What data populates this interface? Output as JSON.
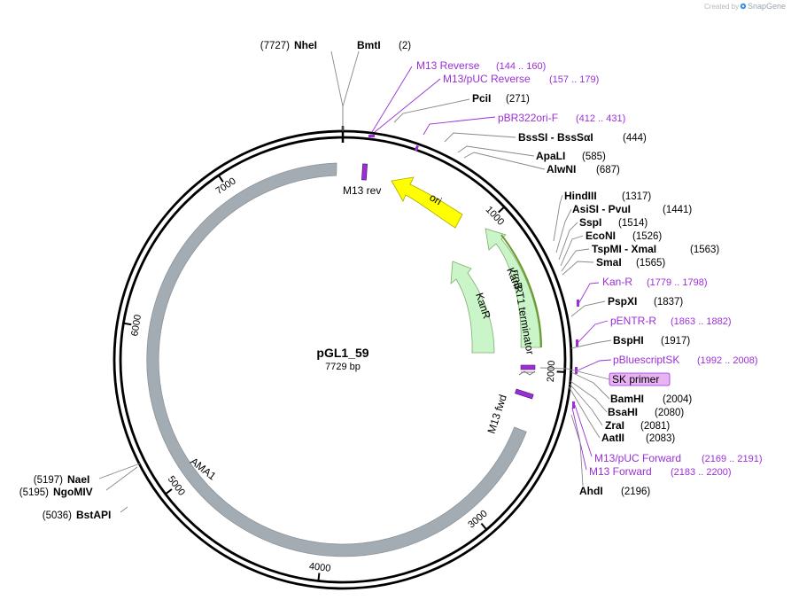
{
  "app": {
    "created_by": "Created by",
    "brand": "SnapGene"
  },
  "plasmid": {
    "name": "pGL1_59",
    "size_label": "7729 bp"
  },
  "ticks": [
    "1000",
    "2000",
    "3000",
    "4000",
    "5000",
    "6000",
    "7000"
  ],
  "features": {
    "ori": "ori",
    "kanr_outer": "KanR",
    "kanr_inner": "KanR",
    "rrnb": "rrnB T1 terminator",
    "m13_rev": "M13 rev",
    "m13_fwd": "M13 fwd",
    "ama1": "AMA1"
  },
  "sites_left": [
    {
      "name": "NheI",
      "coord": "(7727)"
    },
    {
      "name": "NaeI",
      "coord": "(5197)"
    },
    {
      "name": "NgoMIV",
      "coord": "(5195)"
    },
    {
      "name": "BstAPI",
      "coord": "(5036)"
    }
  ],
  "sites_right": [
    {
      "name": "BmtI",
      "coord": "(2)"
    },
    {
      "name": "PciI",
      "coord": "(271)"
    },
    {
      "name": "BssSI - BssSαI",
      "coord": "(444)"
    },
    {
      "name": "ApaLI",
      "coord": "(585)"
    },
    {
      "name": "AlwNI",
      "coord": "(687)"
    },
    {
      "name": "HindIII",
      "coord": "(1317)"
    },
    {
      "name": "AsiSI - PvuI",
      "coord": "(1441)"
    },
    {
      "name": "SspI",
      "coord": "(1514)"
    },
    {
      "name": "EcoNI",
      "coord": "(1526)"
    },
    {
      "name": "TspMI - XmaI",
      "coord": "(1563)"
    },
    {
      "name": "SmaI",
      "coord": "(1565)"
    },
    {
      "name": "PspXI",
      "coord": "(1837)"
    },
    {
      "name": "BspHI",
      "coord": "(1917)"
    },
    {
      "name": "BamHI",
      "coord": "(2004)"
    },
    {
      "name": "BsaHI",
      "coord": "(2080)"
    },
    {
      "name": "ZraI",
      "coord": "(2081)"
    },
    {
      "name": "AatII",
      "coord": "(2083)"
    },
    {
      "name": "AhdI",
      "coord": "(2196)"
    }
  ],
  "primers": [
    {
      "name": "M13 Reverse",
      "coord": "(144 .. 160)"
    },
    {
      "name": "M13/pUC Reverse",
      "coord": "(157 .. 179)"
    },
    {
      "name": "pBR322ori-F",
      "coord": "(412 .. 431)"
    },
    {
      "name": "Kan-R",
      "coord": "(1779 .. 1798)"
    },
    {
      "name": "pENTR-R",
      "coord": "(1863 .. 1882)"
    },
    {
      "name": "pBluescriptSK",
      "coord": "(1992 .. 2008)"
    },
    {
      "name": "M13/pUC Forward",
      "coord": "(2169 .. 2191)"
    },
    {
      "name": "M13 Forward",
      "coord": "(2183 .. 2200)"
    }
  ],
  "highlight": {
    "label": "SK primer"
  },
  "colors": {
    "backbone": "#000000",
    "ama1": "#a4acb3",
    "ori": "#ffff00",
    "kanr": "#c9f5c8",
    "primer": "#9b2fd6",
    "highlight_fill": "#e7b3f3",
    "kanr_green_line": "#6c9a2e"
  }
}
